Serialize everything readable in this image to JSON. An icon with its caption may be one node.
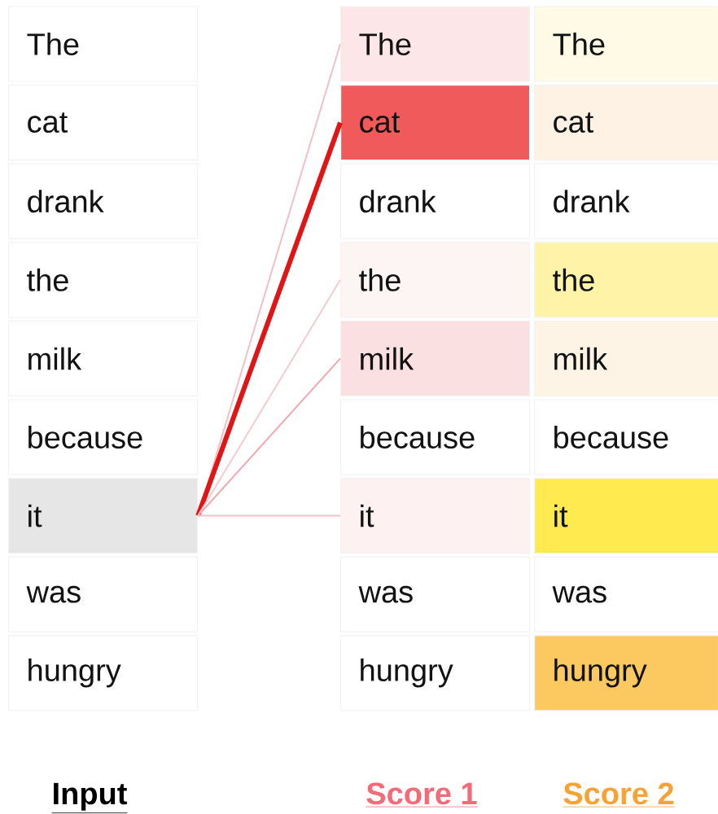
{
  "diagram": {
    "nodes": [
      {
        "text": [
          "The"
        ]
      },
      {
        "text": [
          "cat"
        ]
      },
      {
        "text": [
          "drank"
        ]
      },
      {
        "text": [
          "the"
        ]
      },
      {
        "text": [
          "milk"
        ]
      },
      {
        "text": [
          "because"
        ]
      },
      {
        "text": [
          "it"
        ]
      },
      {
        "text": [
          "was"
        ]
      },
      {
        "text": [
          "hungry"
        ]
      },
      {
        "text": [
          "The"
        ]
      },
      {
        "text": [
          "cat"
        ]
      },
      {
        "text": [
          "drank"
        ]
      },
      {
        "text": [
          "the"
        ]
      },
      {
        "text": [
          "milk"
        ]
      },
      {
        "text": [
          "because"
        ]
      },
      {
        "text": [
          "it"
        ]
      },
      {
        "text": [
          "was"
        ]
      },
      {
        "text": [
          "hungry"
        ]
      },
      {
        "text": [
          "The"
        ]
      },
      {
        "text": [
          "cat"
        ]
      },
      {
        "text": [
          "drank"
        ]
      },
      {
        "text": [
          "the"
        ]
      },
      {
        "text": [
          "milk"
        ]
      },
      {
        "text": [
          "because"
        ]
      },
      {
        "text": [
          "it"
        ]
      },
      {
        "text": [
          "was"
        ]
      },
      {
        "text": [
          "hungry"
        ]
      }
    ],
    "edges": [
      {
        "from": 6,
        "to": 9,
        "arrow": "none",
        "color": "#f0c0c6"
      },
      {
        "from": 6,
        "to": 10,
        "arrow": "none",
        "style": "thick",
        "color": "#e01515"
      },
      {
        "from": 6,
        "to": 12,
        "arrow": "none",
        "color": "#f2ccd0"
      },
      {
        "from": 6,
        "to": 13,
        "arrow": "none",
        "color": "#f3a7af"
      },
      {
        "from": 6,
        "to": 15,
        "arrow": "none",
        "color": "#f2c4c9"
      }
    ],
    "labels": [
      "Input",
      "Score 1",
      "Score 2"
    ]
  }
}
